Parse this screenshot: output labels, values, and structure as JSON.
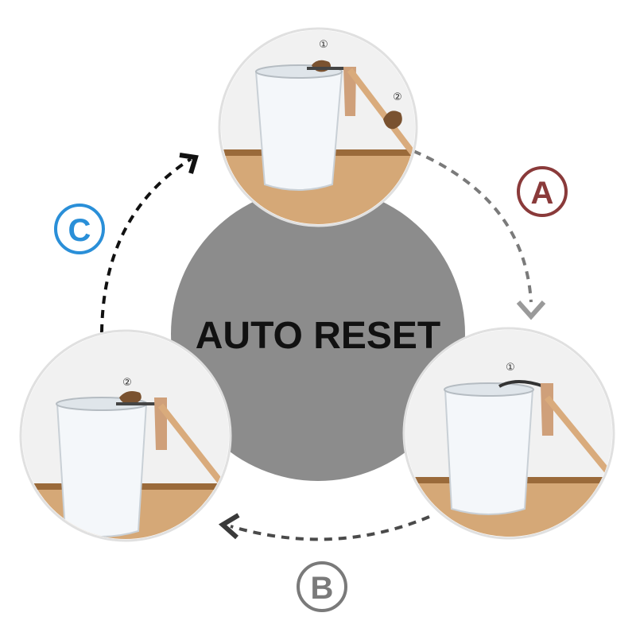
{
  "center": {
    "label": "AUTO RESET"
  },
  "steps": [
    {
      "letter": "A",
      "color": "#8a3a3a"
    },
    {
      "letter": "B",
      "color": "#7a7a7a"
    },
    {
      "letter": "C",
      "color": "#2a8fd8"
    }
  ],
  "panels": {
    "top": {
      "markers": [
        "①",
        "②"
      ]
    },
    "right": {
      "markers": [
        "①"
      ]
    },
    "left": {
      "markers": [
        "②"
      ]
    }
  },
  "colors": {
    "center_disc": "#8c8c8c",
    "arrow": "#4a4a4a",
    "wall": "#f1f1f1",
    "floor": "#d5a877",
    "bucket": "#f4f7fa",
    "ramp": "#d9ab7c"
  }
}
